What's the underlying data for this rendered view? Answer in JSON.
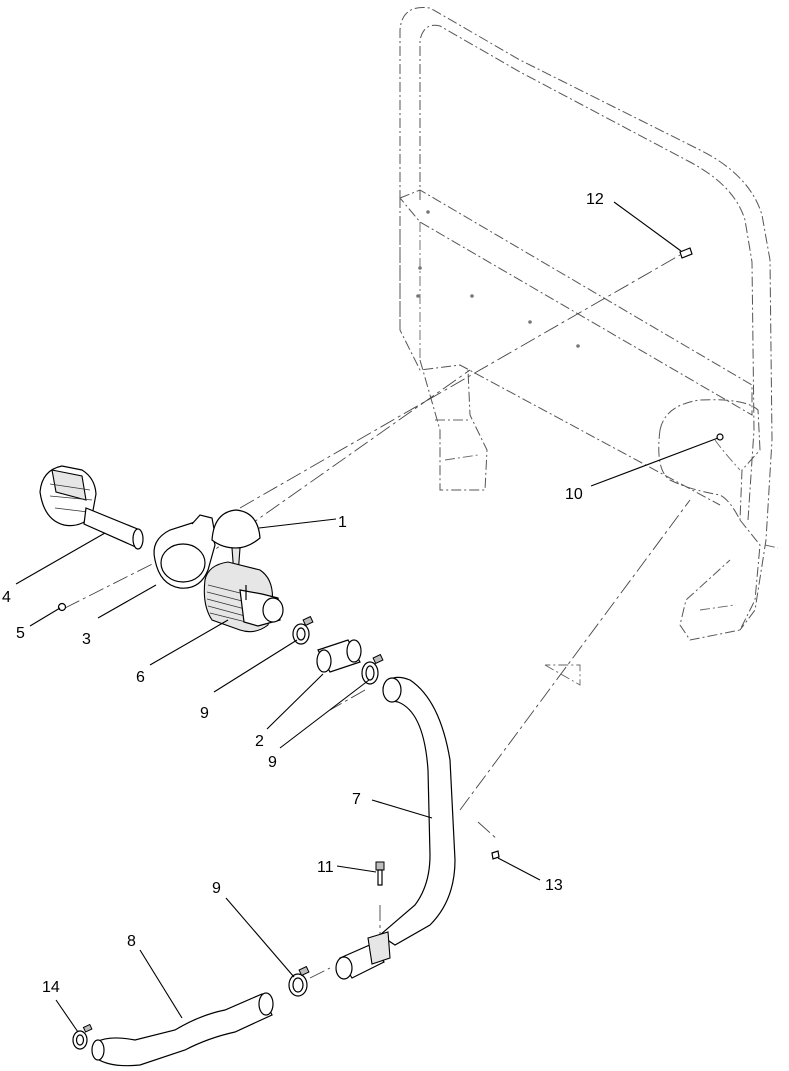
{
  "diagram": {
    "callouts": [
      {
        "id": "c1",
        "label": "1"
      },
      {
        "id": "c2",
        "label": "2"
      },
      {
        "id": "c3",
        "label": "3"
      },
      {
        "id": "c4",
        "label": "4"
      },
      {
        "id": "c5",
        "label": "5"
      },
      {
        "id": "c6",
        "label": "6"
      },
      {
        "id": "c7",
        "label": "7"
      },
      {
        "id": "c8",
        "label": "8"
      },
      {
        "id": "c9a",
        "label": "9"
      },
      {
        "id": "c9b",
        "label": "9"
      },
      {
        "id": "c9c",
        "label": "9"
      },
      {
        "id": "c10",
        "label": "10"
      },
      {
        "id": "c11",
        "label": "11"
      },
      {
        "id": "c12",
        "label": "12"
      },
      {
        "id": "c13",
        "label": "13"
      },
      {
        "id": "c14",
        "label": "14"
      }
    ]
  }
}
